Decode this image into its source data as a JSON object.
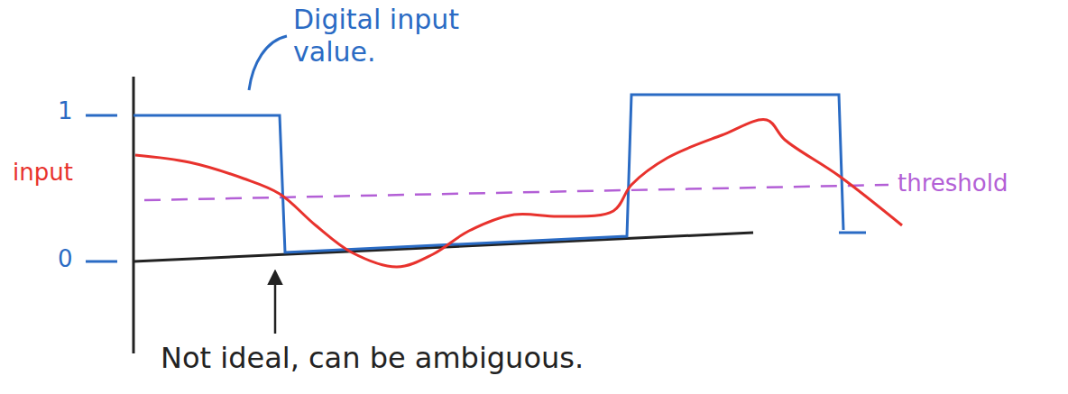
{
  "diagram": {
    "labels": [
      "Digital input value.",
      "1",
      "input",
      "0",
      "threshold",
      "Not ideal, can be ambiguous."
    ]
  }
}
